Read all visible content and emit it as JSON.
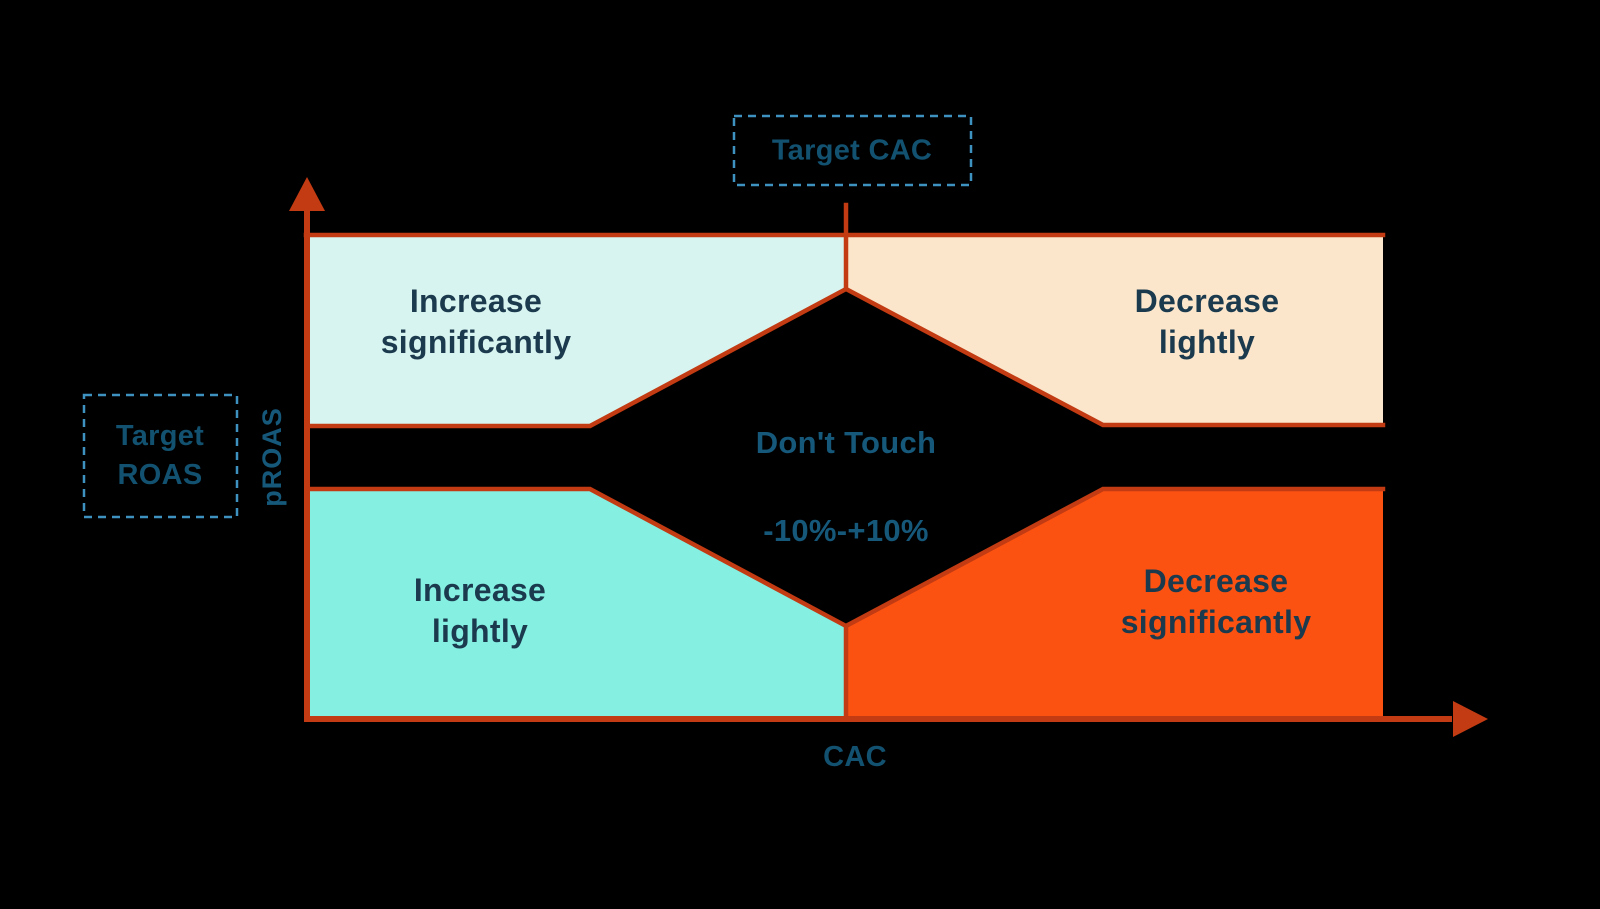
{
  "colors": {
    "background": "#000000",
    "axis_red": "#c23b12",
    "dashed_box_blue": "#3d92bf",
    "quadrant_text_navy": "#1b3a4e",
    "label_steel_blue": "#15587a"
  },
  "axes": {
    "x_label": "CAC",
    "y_label": "pROAS"
  },
  "reference_lines": {
    "target_cac": "Target CAC",
    "target_roas": "Target\nROAS"
  },
  "quadrants": {
    "top_left": {
      "label": "Increase\nsignificantly",
      "color": "#d8f4f0"
    },
    "top_right": {
      "label": "Decrease\nlightly",
      "color": "#fbe6cb"
    },
    "bottom_left": {
      "label": "Increase\nlightly",
      "color": "#85efe2"
    },
    "bottom_right": {
      "label": "Decrease\nsignificantly",
      "color": "#fb5211"
    }
  },
  "center_zone": {
    "label": "Don't Touch",
    "range": "-10%-+10%"
  }
}
